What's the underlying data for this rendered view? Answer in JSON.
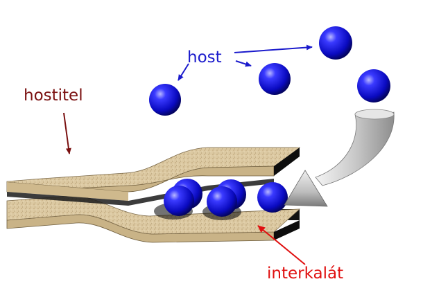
{
  "labels": {
    "host": "host",
    "hostitel": "hostitel",
    "interkalat": "interkalát"
  },
  "colors": {
    "host_label": "#1a1acc",
    "host_arrow": "#1a1acc",
    "hostitel_label": "#7a1010",
    "hostitel_arrow": "#7a1010",
    "interkalat_label": "#e01010",
    "interkalat_arrow": "#e01010",
    "sphere": "#1010d0",
    "slab_top": "#d8c7a0",
    "slab_side": "#1a1a1a",
    "funnel": "#c8c8c8"
  },
  "icons": {
    "host_particle": "blue-sphere-icon",
    "layer": "layered-slab-icon",
    "insertion_arrow": "curved-funnel-arrow-icon"
  }
}
